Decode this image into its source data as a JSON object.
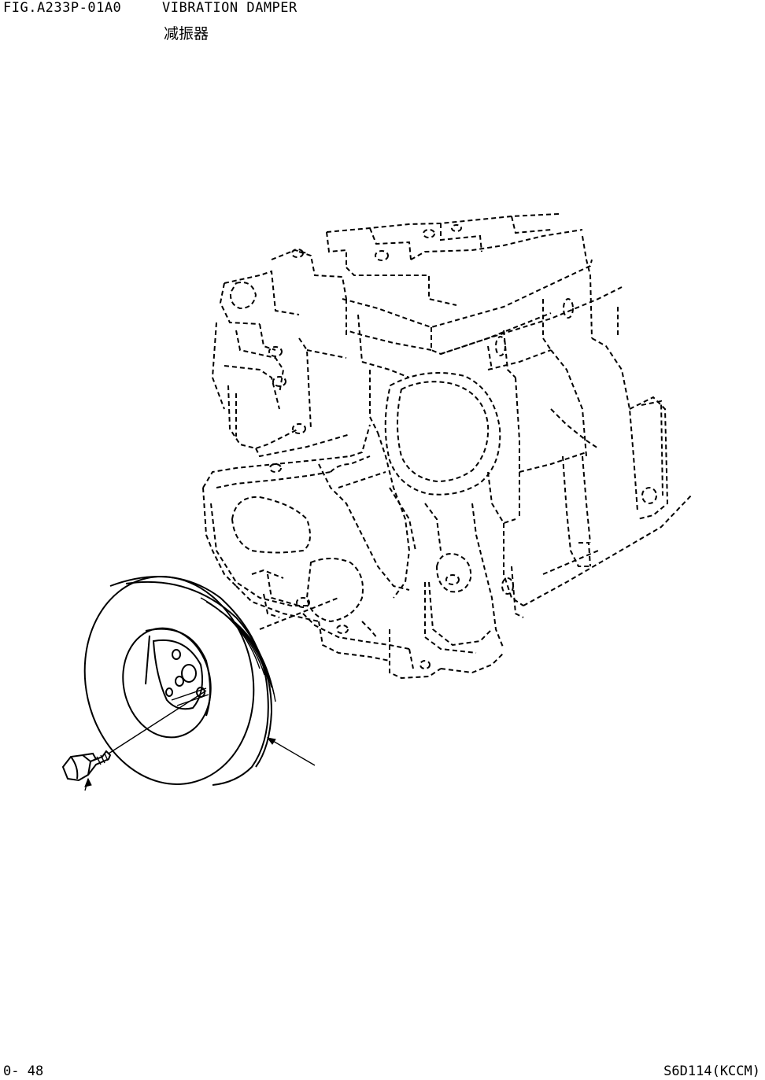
{
  "header": {
    "fig_number": "FIG.A233P-01A0",
    "title_en": "VIBRATION DAMPER",
    "title_jp": "减振器"
  },
  "footer": {
    "page_number": "0- 48",
    "model_code": "S6D114(KCCM)"
  }
}
